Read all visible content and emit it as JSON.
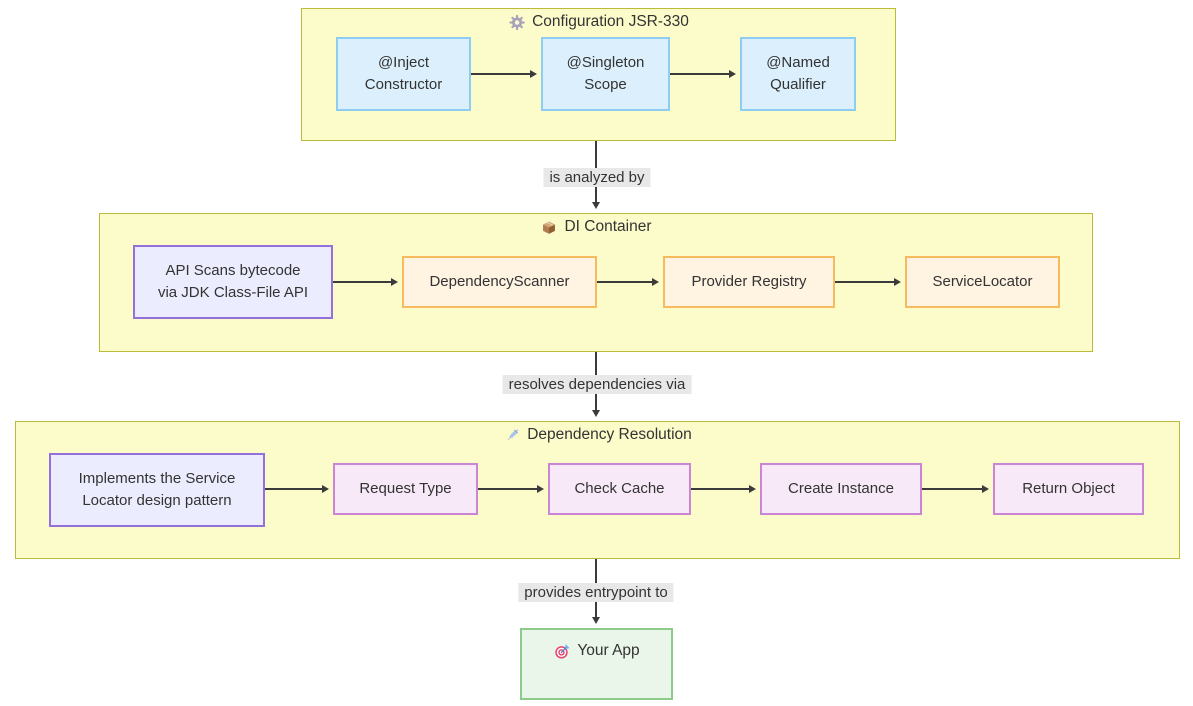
{
  "colors": {
    "canvas_bg": "#ffffff",
    "text": "#333333",
    "arrow": "#3b3b3b",
    "edge_label_bg": "#e8e8e8",
    "section_fill": "#fcfccb",
    "section_border": "#b9bb39",
    "blue_fill": "#dbf0fc",
    "blue_border": "#8fccf2",
    "lavender_fill": "#ececff",
    "lavender_border": "#9370db",
    "orange_fill": "#fff3e2",
    "orange_border": "#f7ba5e",
    "pink_fill": "#f7e9f8",
    "pink_border": "#ca85d4",
    "green_fill": "#e9f6e9",
    "green_border": "#8ccb8c"
  },
  "sections": {
    "config": {
      "title": "Configuration JSR-330",
      "icon": "gear-icon",
      "nodes": {
        "inject": "@Inject\nConstructor",
        "singleton": "@Singleton\nScope",
        "named": "@Named\nQualifier"
      }
    },
    "container": {
      "title": "DI Container",
      "icon": "package-icon",
      "nodes": {
        "note": "API Scans bytecode\nvia JDK Class-File API",
        "scanner": "DependencyScanner",
        "registry": "Provider Registry",
        "locator": "ServiceLocator"
      }
    },
    "resolution": {
      "title": "Dependency Resolution",
      "icon": "syringe-icon",
      "nodes": {
        "note": "Implements the Service\nLocator design pattern",
        "request": "Request Type",
        "cache": "Check Cache",
        "create": "Create Instance",
        "return": "Return Object"
      }
    },
    "app": {
      "title": "Your App",
      "icon": "target-icon"
    }
  },
  "edges": {
    "analyzed": "is analyzed by",
    "resolves": "resolves dependencies via",
    "entrypoint": "provides entrypoint to"
  }
}
